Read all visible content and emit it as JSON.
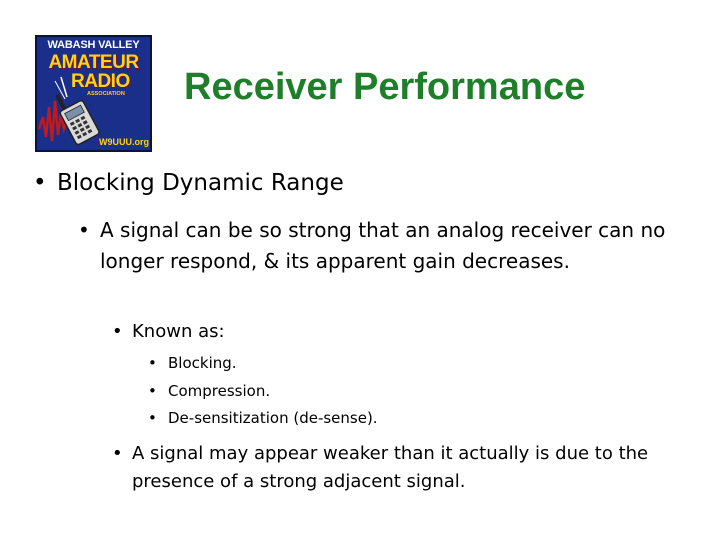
{
  "logo": {
    "line1": "WABASH VALLEY",
    "line2": "AMATEUR",
    "line3": "RADIO",
    "line4": "ASSOCIATION",
    "callsign": "W9UUU.org",
    "colors": {
      "background": "#1a2f8a",
      "text": "#ffd21a",
      "wave": "#c0191e"
    }
  },
  "title": "Receiver Performance",
  "title_color": "#1e7f2a",
  "bullet_char": "•",
  "bullets": {
    "level1": "Blocking Dynamic Range",
    "level2": "A signal can be so strong that an analog receiver can no longer respond, & its apparent gain decreases.",
    "level3_a": "Known as:",
    "level4": [
      "Blocking.",
      "Compression.",
      "De-sensitization (de-sense)."
    ],
    "level3_b": "A signal may appear weaker than it actually is due to the presence of a strong adjacent signal."
  }
}
